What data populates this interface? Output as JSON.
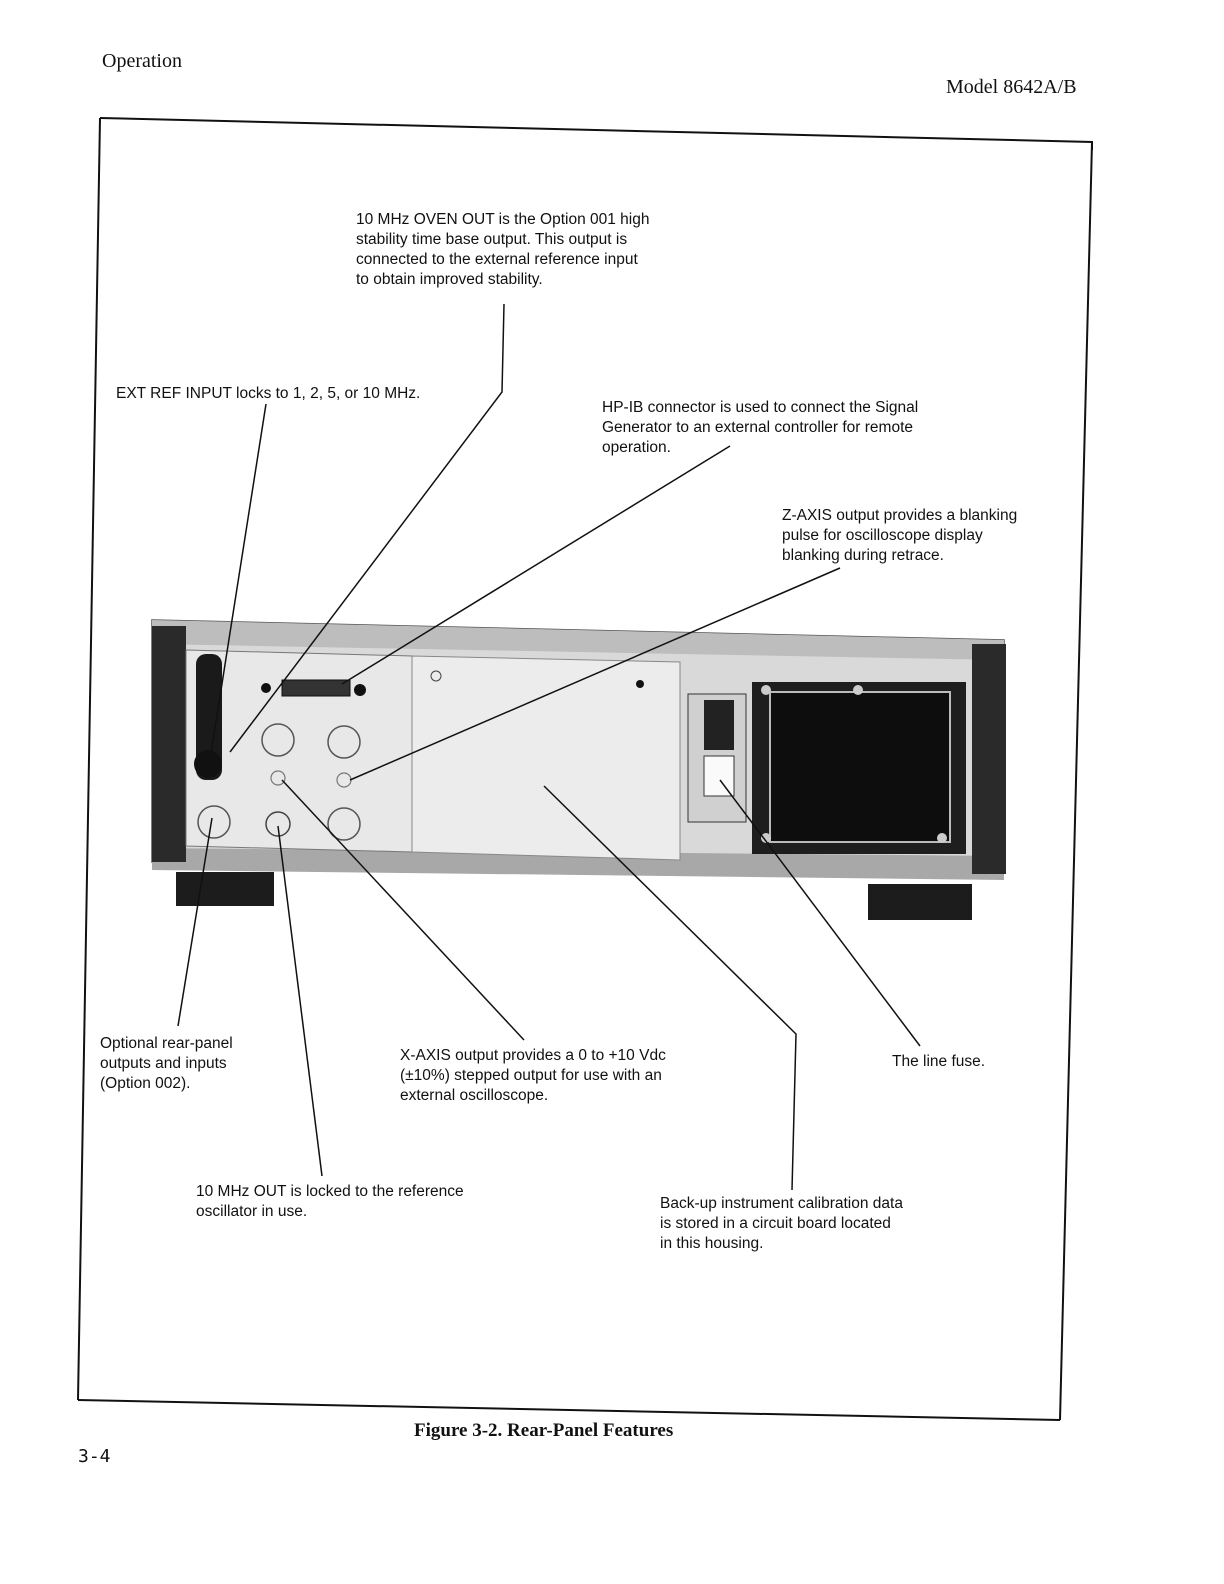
{
  "header": {
    "section": "Operation",
    "model": "Model 8642A/B"
  },
  "page_number": "3-4",
  "figure": {
    "caption": "Figure 3-2.  Rear-Panel Features",
    "callouts": {
      "oven_out": "10 MHz OVEN OUT is the Option 001 high\nstability time base output. This output is\nconnected to the external reference input\nto obtain improved stability.",
      "ext_ref": "EXT REF INPUT locks to 1, 2, 5, or 10 MHz.",
      "hpib": "HP-IB connector is used to connect the Signal\nGenerator to an external controller for remote\noperation.",
      "z_axis": "Z-AXIS output provides a blanking\npulse for oscilloscope display\nblanking during retrace.",
      "optional": "Optional rear-panel\noutputs and inputs\n(Option 002).",
      "x_axis": "X-AXIS output provides a 0 to +10 Vdc\n(±10%) stepped output for use with an\nexternal oscilloscope.",
      "line_fuse": "The line fuse.",
      "ten_mhz_out": "10 MHz OUT is locked to the reference\noscillator in use.",
      "backup": "Back-up instrument calibration data\nis stored in a circuit board located\nin this housing."
    }
  },
  "colors": {
    "ink": "#111111",
    "panel_light": "#e4e4e4",
    "panel_mid": "#bdbdbd",
    "panel_dark": "#1c1c1c"
  }
}
